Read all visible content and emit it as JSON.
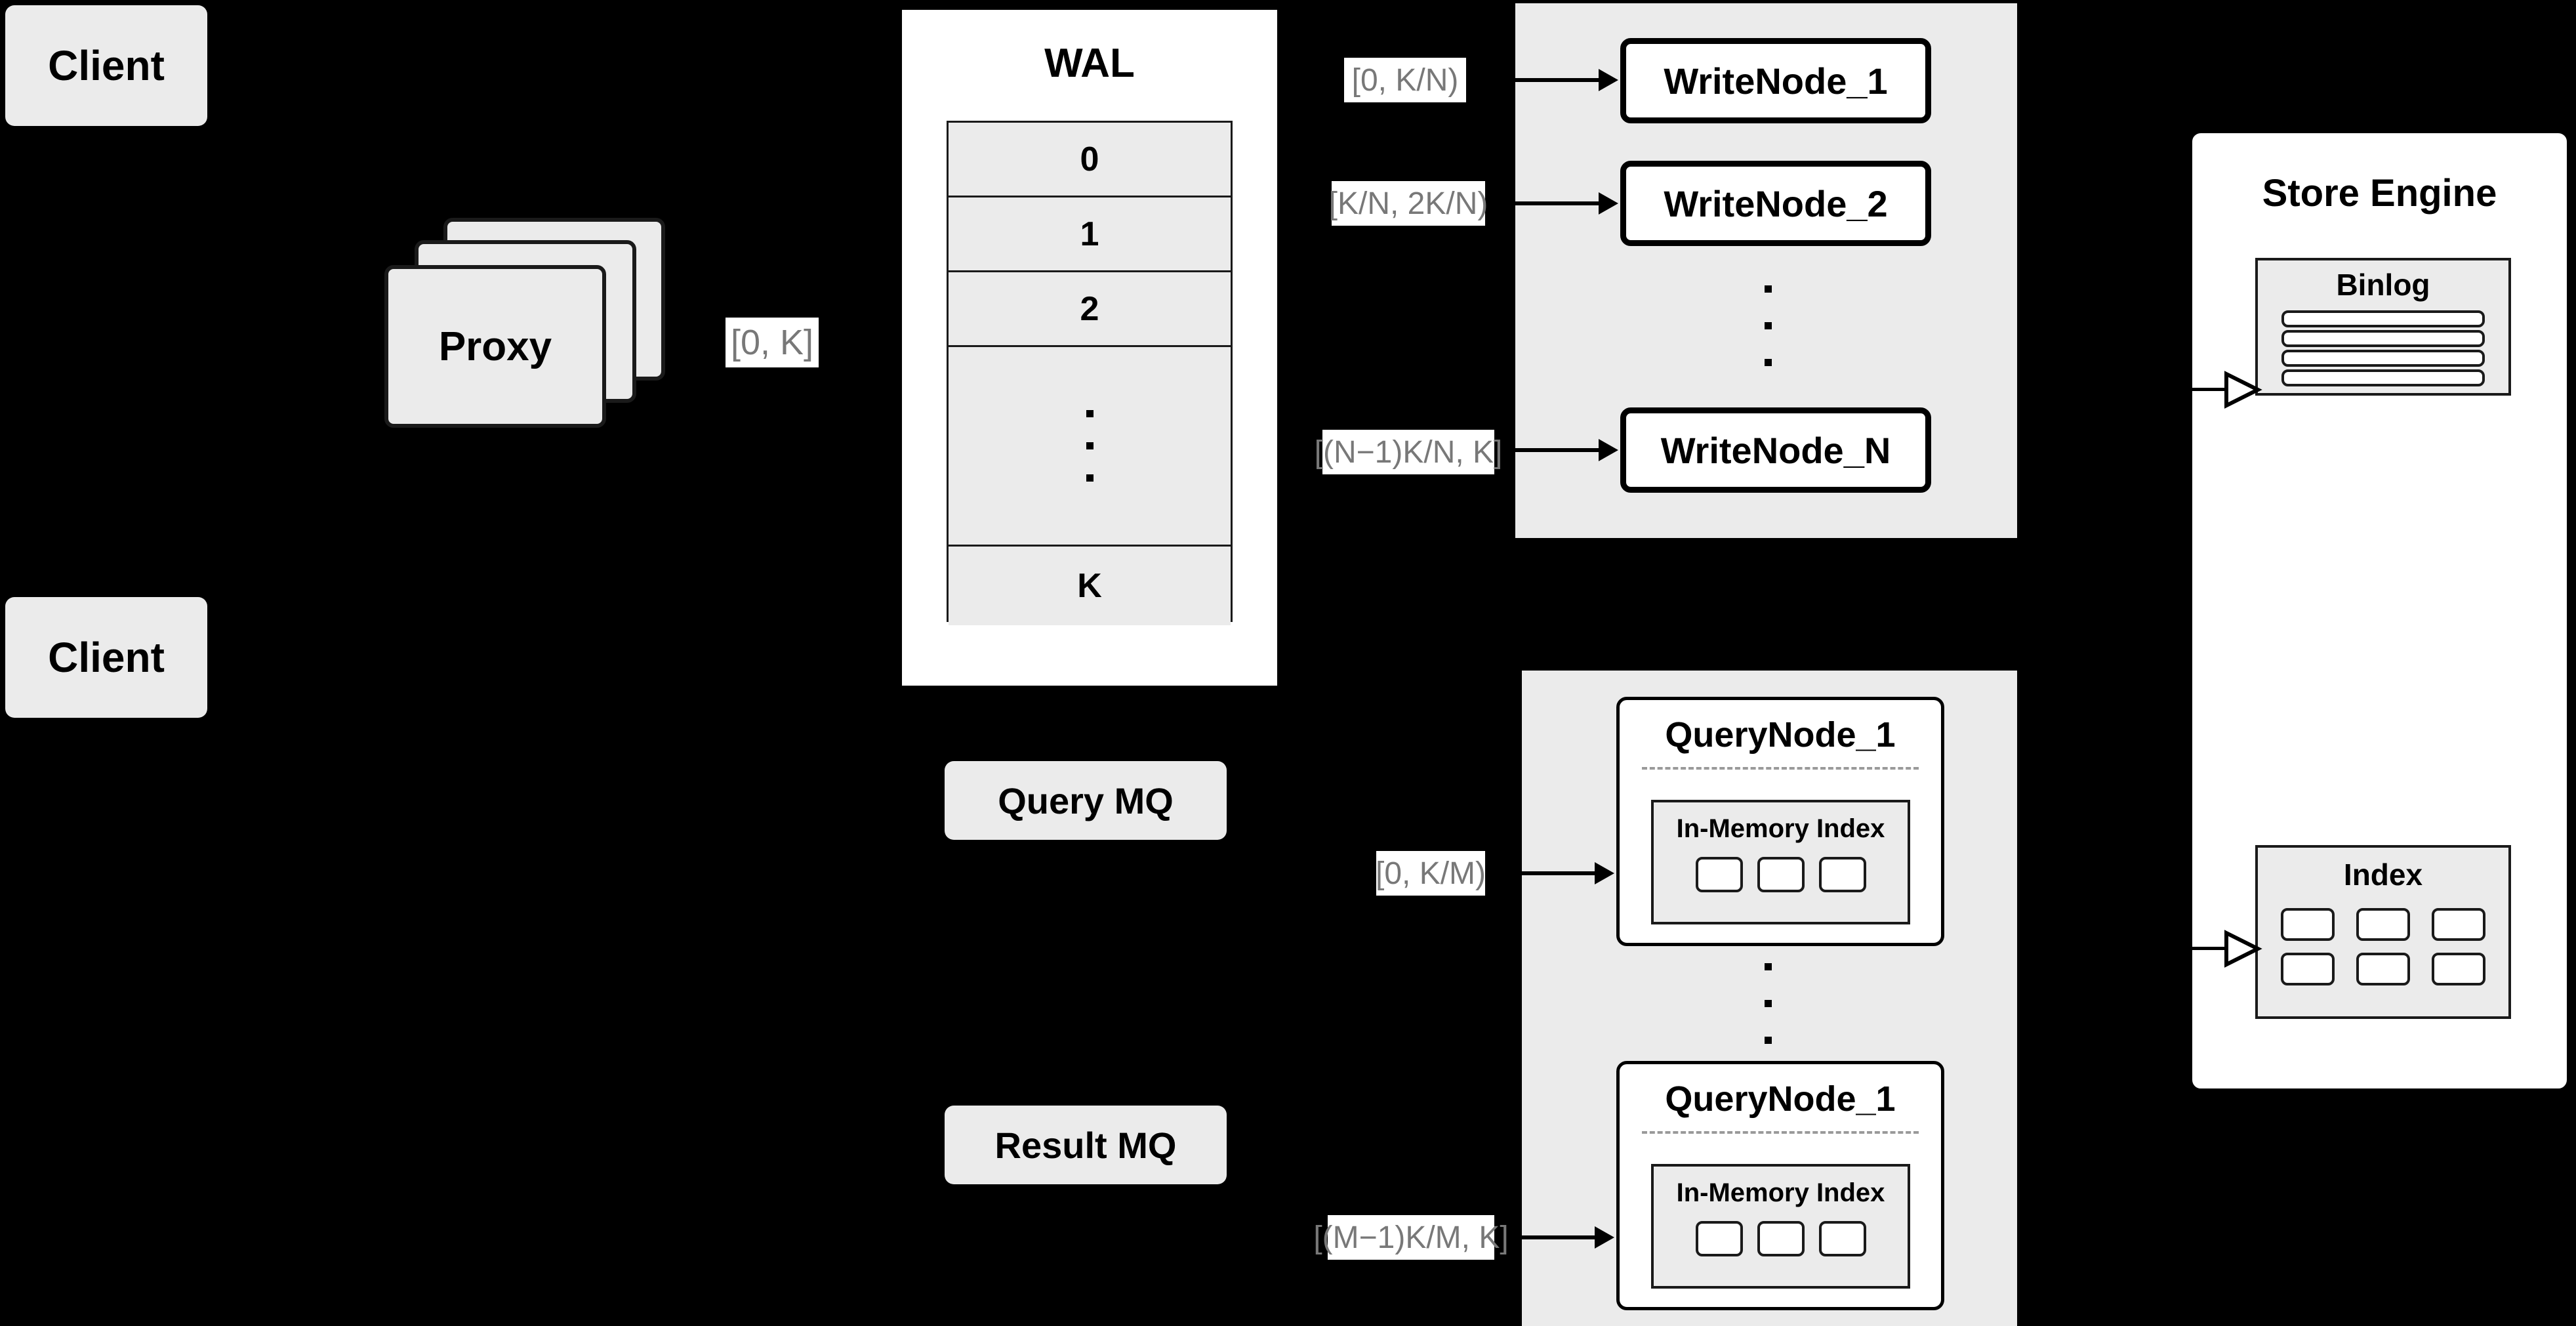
{
  "diagram": {
    "title": "Distributed Write/Query Architecture",
    "background_color": "#000000",
    "node_fill": "#ebebeb",
    "node_white": "#ffffff",
    "stroke_color": "#000000",
    "label_text_color": "#787878"
  },
  "clients": [
    {
      "label": "Client"
    },
    {
      "label": "Client"
    }
  ],
  "proxy": {
    "label": "Proxy",
    "range_label": "[0, K]",
    "stack_count": 3
  },
  "wal": {
    "title": "WAL",
    "rows": [
      "0",
      "1",
      "2",
      "⋮",
      "K"
    ],
    "labeled_rows": [
      "0",
      "1",
      "2",
      "K"
    ],
    "ellipsis_row_index": 3
  },
  "write_group": {
    "nodes": [
      {
        "label": "WriteNode_1",
        "range_label": "[0,  K/N)"
      },
      {
        "label": "WriteNode_2",
        "range_label": "[K/N, 2K/N)"
      },
      {
        "label": "WriteNode_N",
        "range_label": "[(N−1)K/N,  K]"
      }
    ],
    "ellipsis_dots": 3
  },
  "query_group": {
    "nodes": [
      {
        "label": "QueryNode_1",
        "range_label": "[0, K/M)",
        "index": {
          "title": "In-Memory Index",
          "cell_count": 3
        }
      },
      {
        "label": "QueryNode_1",
        "range_label": "[(M−1)K/M, K]",
        "index": {
          "title": "In-Memory Index",
          "cell_count": 3
        }
      }
    ],
    "ellipsis_dots": 3
  },
  "queues": [
    {
      "label": "Query MQ"
    },
    {
      "label": "Result MQ"
    }
  ],
  "store_engine": {
    "title": "Store Engine",
    "binlog": {
      "title": "Binlog",
      "row_count": 4
    },
    "index": {
      "title": "Index",
      "cell_count": 6
    }
  }
}
